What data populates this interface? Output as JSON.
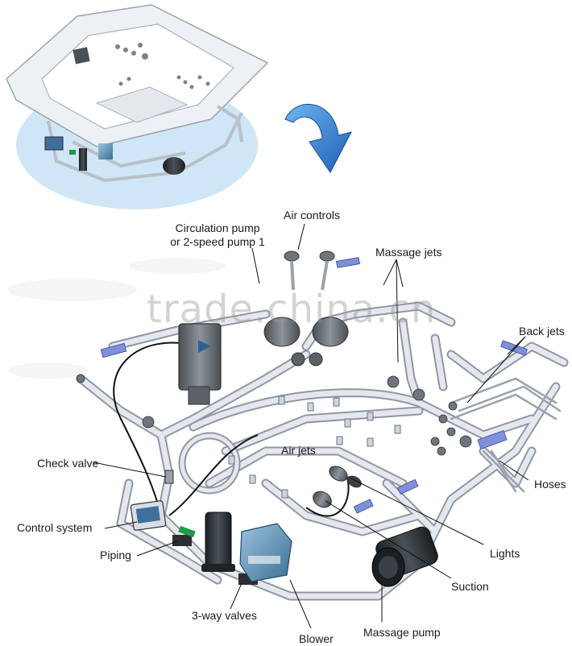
{
  "labels": {
    "circulation_pump_line1": "Circulation pump",
    "circulation_pump_line2": "or 2-speed pump 1",
    "air_controls": "Air controls",
    "massage_jets": "Massage jets",
    "back_jets": "Back jets",
    "air_jets": "Air jets",
    "hoses": "Hoses",
    "check_valve": "Check valve",
    "control_system": "Control system",
    "piping": "Piping",
    "lights": "Lights",
    "suction": "Suction",
    "three_way_valves": "3-way valves",
    "blower": "Blower",
    "massage_pump": "Massage pump"
  },
  "watermark": "trade.china.cn",
  "colors": {
    "pipe": "#dde2ea",
    "pipe_outline": "#8f97a3",
    "basin_shadow": "#c9e4f5",
    "arrow": "#2b7fcf",
    "fitting_blue": "#7f90d8",
    "component_dark": "#2f3438",
    "valve_green": "#1f9a48",
    "blower_teal": "#5c8fb2",
    "text": "#1a1a1a"
  }
}
